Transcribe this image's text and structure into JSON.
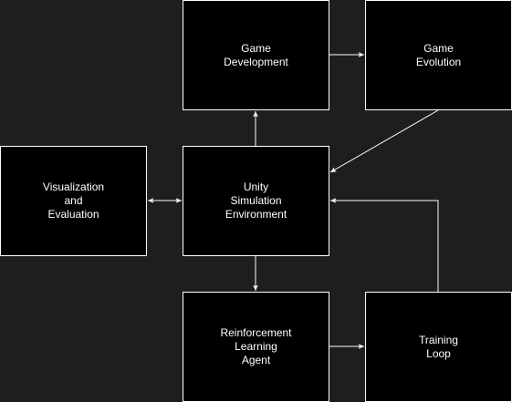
{
  "diagram": {
    "nodes": {
      "game_development": {
        "label": "Game\nDevelopment"
      },
      "game_evolution": {
        "label": "Game\nEvolution"
      },
      "visualization": {
        "label": "Visualization\nand\nEvaluation"
      },
      "unity_env": {
        "label": "Unity\nSimulation\nEnvironment"
      },
      "rl_agent": {
        "label": "Reinforcement\nLearning\nAgent"
      },
      "training_loop": {
        "label": "Training\nLoop"
      }
    },
    "edges": [
      {
        "from": "unity_env",
        "to": "game_development",
        "direction": "forward"
      },
      {
        "from": "game_development",
        "to": "game_evolution",
        "direction": "forward"
      },
      {
        "from": "game_evolution",
        "to": "unity_env",
        "direction": "forward"
      },
      {
        "from": "visualization",
        "to": "unity_env",
        "direction": "both"
      },
      {
        "from": "unity_env",
        "to": "rl_agent",
        "direction": "forward"
      },
      {
        "from": "rl_agent",
        "to": "training_loop",
        "direction": "forward"
      },
      {
        "from": "training_loop",
        "to": "unity_env",
        "direction": "forward"
      }
    ],
    "colors": {
      "background": "#1e1e1e",
      "node_fill": "#000000",
      "stroke": "#ffffff",
      "text": "#ffffff"
    }
  }
}
